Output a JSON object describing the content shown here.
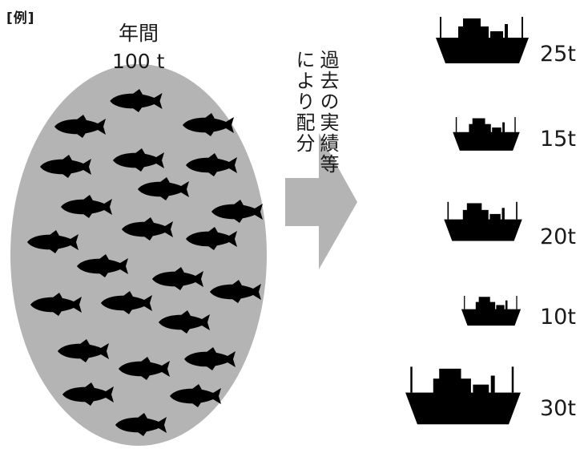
{
  "example_tag": "[例]",
  "total": {
    "heading": "年間",
    "amount": "100 t"
  },
  "allocation_basis": "過去の実績等により配分",
  "fish_icon": "tuna-icon",
  "boat_icon": "fishing-boat-icon",
  "colors": {
    "pool": "#b4b4b4",
    "silhouette": "#000000",
    "arrow": "#b4b4b4",
    "text": "#1a1a1a"
  },
  "vessels": [
    {
      "quota": "25t"
    },
    {
      "quota": "15t"
    },
    {
      "quota": "20t"
    },
    {
      "quota": "10t"
    },
    {
      "quota": "30t"
    }
  ]
}
